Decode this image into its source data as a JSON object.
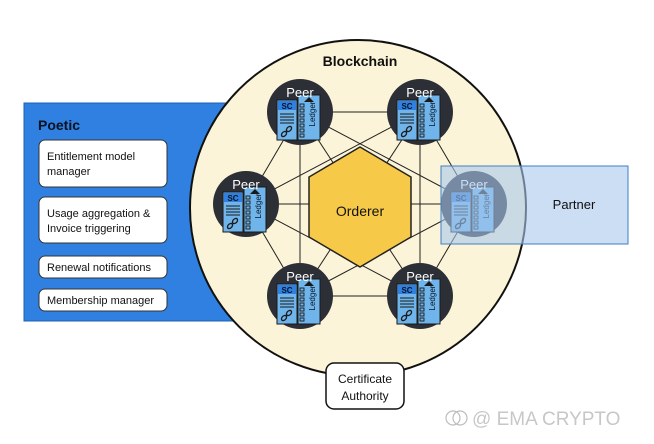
{
  "title": "Blockchain",
  "orderer": "Orderer",
  "peer_label": "Peer",
  "peer_sc": "SC",
  "peer_ledger": "Ledger",
  "poetic": {
    "title": "Poetic",
    "items": [
      [
        "Entitlement model",
        "manager"
      ],
      [
        "Usage aggregation &",
        "Invoice triggering"
      ],
      [
        "Renewal notifications"
      ],
      [
        "Membership manager"
      ]
    ]
  },
  "partner": "Partner",
  "ca": [
    "Certificate",
    "Authority"
  ],
  "watermark": "@ EMA CRYPTO",
  "colors": {
    "circle_fill": "#fbf4d8",
    "poetic_fill": "#2f80e0",
    "partner_fill": "#a9c8ec",
    "orderer_fill": "#f7c948",
    "peer_fill": "#2d2f36",
    "doc_fill": "#6fb4ea"
  },
  "icons": [
    "chain-link-icon",
    "ledger-blocks-icon",
    "document-lines-icon",
    "watermark-logo-icon"
  ]
}
